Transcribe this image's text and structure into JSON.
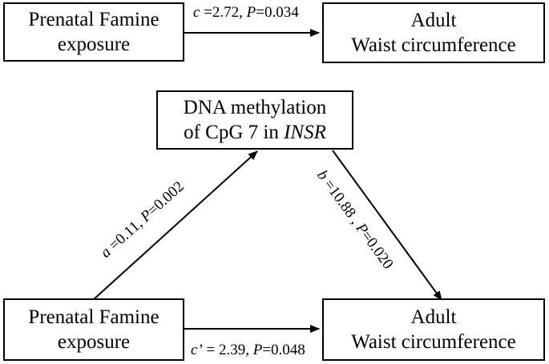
{
  "top": {
    "exposure": {
      "line1": "Prenatal Famine",
      "line2": "exposure"
    },
    "outcome": {
      "line1": "Adult",
      "line2": "Waist circumference"
    },
    "path_c": {
      "symbol": "c",
      "coef": " =2.72, ",
      "p_symbol": "P",
      "p_value": "=0.034"
    }
  },
  "mediator": {
    "line1": "DNA methylation",
    "line2_prefix": "of CpG 7 in ",
    "line2_gene": "INSR"
  },
  "bottom": {
    "exposure": {
      "line1": "Prenatal Famine",
      "line2": "exposure"
    },
    "outcome": {
      "line1": "Adult",
      "line2": "Waist circumference"
    },
    "path_a": {
      "symbol": "a",
      "coef": " =0.11, ",
      "p_symbol": "P",
      "p_value": "=0.002"
    },
    "path_b": {
      "symbol": "b",
      "coef": " =10.88 , ",
      "p_symbol": "P",
      "p_value": "=0.020"
    },
    "path_c_prime": {
      "symbol": "c’",
      "coef": " = 2.39, ",
      "p_symbol": "P",
      "p_value": "=0.048"
    }
  }
}
